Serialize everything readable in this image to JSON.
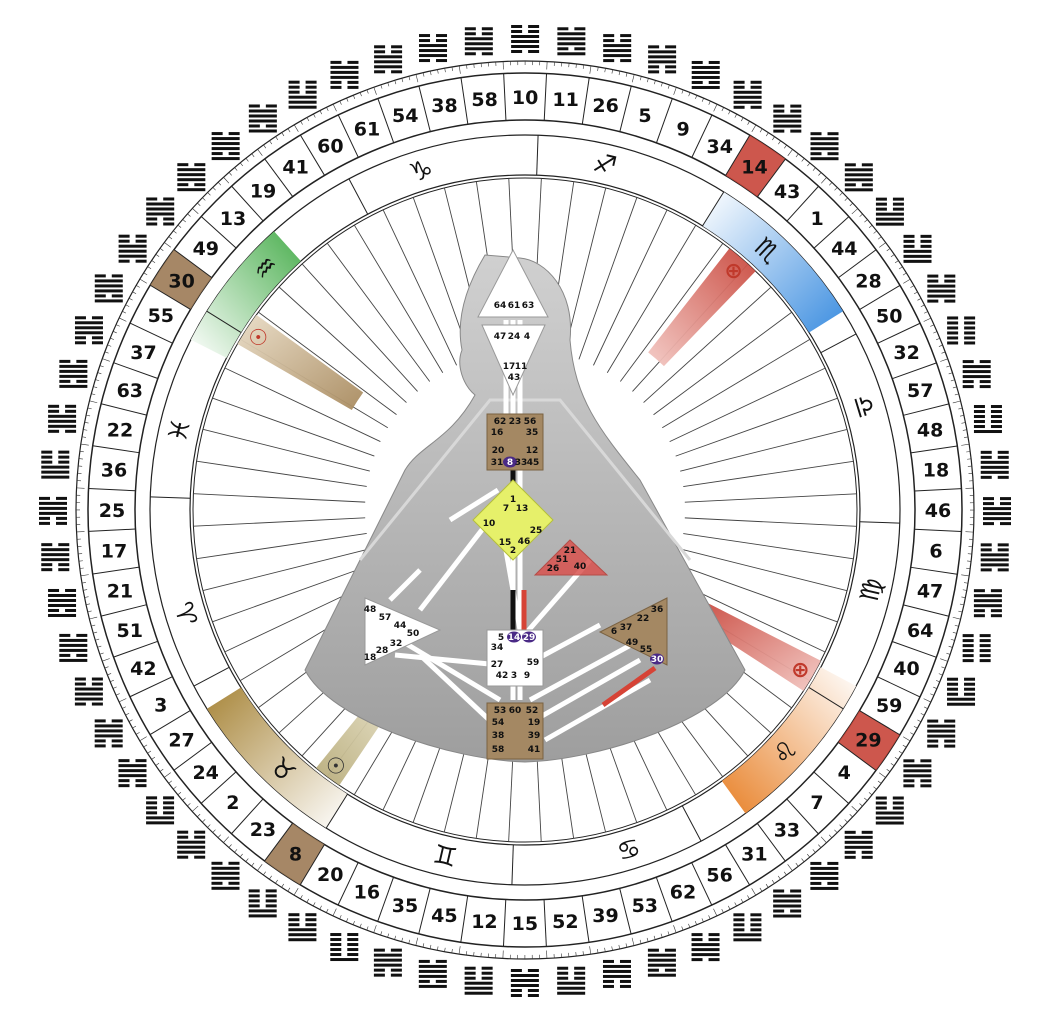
{
  "wheel_gates": [
    10,
    11,
    26,
    5,
    9,
    34,
    14,
    43,
    1,
    44,
    28,
    50,
    32,
    57,
    48,
    18,
    46,
    6,
    47,
    64,
    40,
    59,
    29,
    4,
    7,
    33,
    31,
    56,
    62,
    53,
    39,
    52,
    15,
    12,
    45,
    35,
    16,
    20,
    8,
    23,
    2,
    24,
    27,
    3,
    42,
    51,
    21,
    17,
    25,
    36,
    22,
    63,
    37,
    55,
    30,
    49,
    13,
    19,
    41,
    60,
    61,
    54,
    38,
    58
  ],
  "highlighted_gates": {
    "14": "#c8453a",
    "30": "#9c7a55",
    "29": "#c8453a",
    "8": "#9c7a55"
  },
  "zodiac_signs": [
    {
      "glyph": "♑",
      "name": "capricorn"
    },
    {
      "glyph": "♐",
      "name": "sagittarius"
    },
    {
      "glyph": "♏",
      "name": "scorpio"
    },
    {
      "glyph": "♎",
      "name": "libra"
    },
    {
      "glyph": "♍",
      "name": "virgo"
    },
    {
      "glyph": "♌",
      "name": "leo"
    },
    {
      "glyph": "♋",
      "name": "cancer"
    },
    {
      "glyph": "♊",
      "name": "gemini"
    },
    {
      "glyph": "♉",
      "name": "taurus"
    },
    {
      "glyph": "♈",
      "name": "aries"
    },
    {
      "glyph": "♓",
      "name": "pisces"
    },
    {
      "glyph": "♒",
      "name": "aquarius"
    }
  ],
  "planet_markers": [
    {
      "glyph": "⊕",
      "color": "#c0392b",
      "name": "earth-upper"
    },
    {
      "glyph": "⊕",
      "color": "#c0392b",
      "name": "earth-lower"
    },
    {
      "glyph": "☉",
      "color": "#c0392b",
      "name": "sun-left"
    },
    {
      "glyph": "☉",
      "color": "#333333",
      "name": "sun-bottom"
    }
  ],
  "centers": {
    "head": [
      "64",
      "61",
      "63"
    ],
    "ajna": [
      "47",
      "24",
      "4",
      "17",
      "11",
      "43"
    ],
    "throat": [
      "62",
      "23",
      "56",
      "16",
      "35",
      "20",
      "12",
      "31",
      "8",
      "33",
      "45"
    ],
    "g": [
      "1",
      "7",
      "13",
      "10",
      "25",
      "15",
      "46",
      "2"
    ],
    "heart": [
      "21",
      "51",
      "26",
      "40"
    ],
    "spleen": [
      "48",
      "57",
      "44",
      "50",
      "32",
      "28",
      "18"
    ],
    "sacral": [
      "5",
      "14",
      "29",
      "34",
      "27",
      "59",
      "42",
      "3",
      "9"
    ],
    "solar": [
      "36",
      "22",
      "6",
      "37",
      "49",
      "55",
      "30"
    ],
    "root": [
      "53",
      "60",
      "52",
      "54",
      "19",
      "38",
      "39",
      "58",
      "41"
    ]
  },
  "activated_gates": [
    "8",
    "14",
    "29",
    "30"
  ],
  "colors": {
    "red_band": "#c8453a",
    "tan_band": "#a88a5e",
    "olive_band": "#b7ab79",
    "green_band": "#4caf50",
    "blue_band": "#3d8ee0",
    "orange_band": "#e8822a",
    "gold_band": "#a8863a",
    "body": "#bdbdbd",
    "defined_brown": "#a48863",
    "g_yellow": "#e6f06a",
    "heart_red": "#d9534f"
  }
}
